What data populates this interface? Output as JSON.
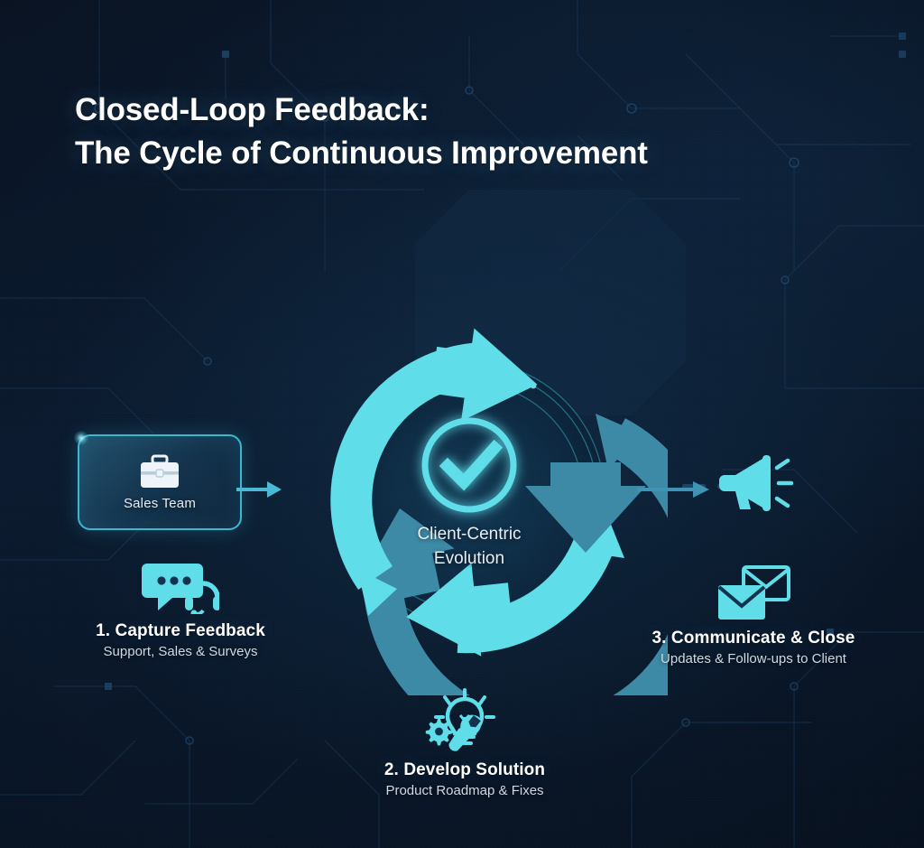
{
  "page": {
    "title_line1": "Closed-Loop Feedback:",
    "title_line2": "The Cycle of Continuous Improvement",
    "title_full": "Closed-Loop Feedback:\nThe Cycle of Continuous Improvement"
  },
  "theme": {
    "background": "#0a1526",
    "accent_bright": "#5fdde8",
    "accent_dark": "#3d8aa6",
    "card_border": "#38b9cf",
    "title_color": "#ffffff",
    "subtitle_color": "#cfd9e3"
  },
  "center": {
    "icon": "check-circle-icon",
    "label_line1": "Client-Centric",
    "label_line2": "Evolution",
    "label_full": "Client-Centric\nEvolution"
  },
  "entry_card": {
    "icon": "briefcase-icon",
    "label": "Sales Team"
  },
  "output": {
    "icon": "megaphone-icon"
  },
  "connectors": [
    {
      "name": "sales-to-cycle-arrow",
      "direction": "right"
    },
    {
      "name": "cycle-to-megaphone-arrow",
      "direction": "right"
    }
  ],
  "steps": [
    {
      "number": "1",
      "icon": "chat-headset-icon",
      "title": "1. Capture Feedback",
      "subtitle": "Support, Sales & Surveys"
    },
    {
      "number": "2",
      "icon": "lightbulb-gear-wrench-icon",
      "title": "2. Develop Solution",
      "subtitle": "Product Roadmap & Fixes"
    },
    {
      "number": "3",
      "icon": "envelopes-icon",
      "title": "3. Communicate & Close",
      "subtitle": "Updates & Follow-ups to Client"
    }
  ],
  "cycle_arrows": [
    {
      "name": "cycle-arrow-top-left",
      "color": "#5fdde8",
      "direction": "clockwise"
    },
    {
      "name": "cycle-arrow-right",
      "color": "#3d8aa6",
      "direction": "clockwise"
    },
    {
      "name": "cycle-arrow-bottom",
      "color": "#5fdde8",
      "direction": "clockwise"
    },
    {
      "name": "cycle-arrow-left",
      "color": "#3d8aa6",
      "direction": "clockwise"
    }
  ]
}
